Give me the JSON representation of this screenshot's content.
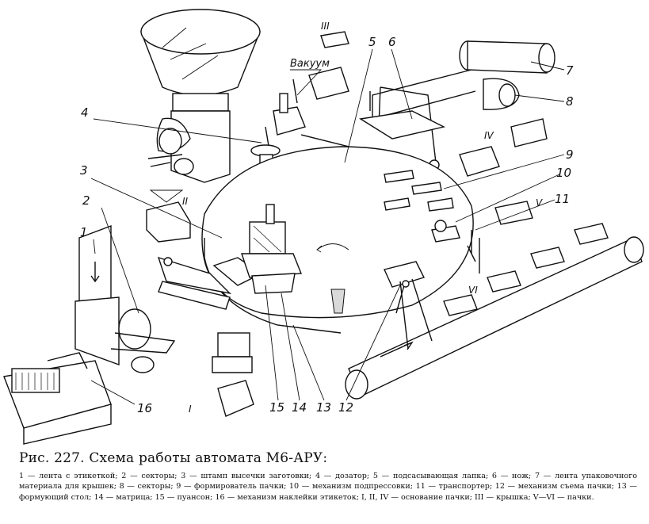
{
  "labels": {
    "n1": "1",
    "n2": "2",
    "n3": "3",
    "n4": "4",
    "n5": "5",
    "n6": "6",
    "n7": "7",
    "n8": "8",
    "n9": "9",
    "n10": "10",
    "n11": "11",
    "n12": "12",
    "n13": "13",
    "n14": "14",
    "n15": "15",
    "n16": "16",
    "r1": "I",
    "r2": "II",
    "r3": "III",
    "r4": "IV",
    "r5": "V",
    "r6": "VI",
    "vacuum": "Вакуум"
  },
  "caption": {
    "title": "Рис. 227. Схема работы автомата М6-АРУ:",
    "legend": "1 — лента с этикеткой; 2 — секторы; 3 — штамп высечки заготовки; 4 — дозатор; 5 — подсасывающая лапка; 6 — нож; 7 — лента упаковочного материала для крышек; 8 — секторы; 9 — формирователь пачки; 10 — механизм подпрессовки; 11 — транспортер; 12 — механизм съема пачки; 13 — формующий стол; 14 — матрица; 15 — пуансон; 16 — механизм наклейки этикеток; I, II, IV — основание пачки; III — крышка; V—VI — пачки."
  }
}
